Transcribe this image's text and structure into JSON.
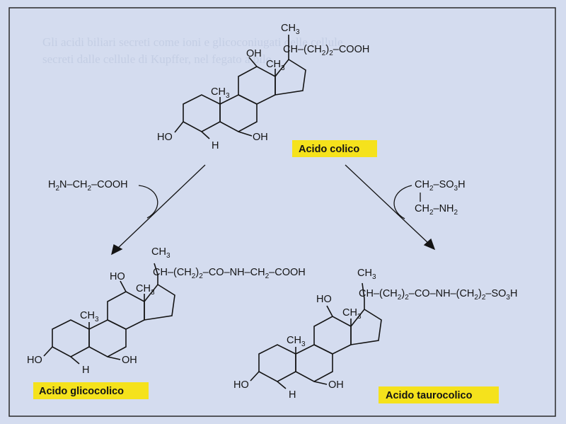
{
  "bleed_text": {
    "line1": "Gli acidi biliari secreti come ioni e glicoconiugati delle cellule",
    "line2": "secreti dalle cellule di Kupffer, nel fegato a bile."
  },
  "colors": {
    "background": "#d4dcef",
    "label_highlight": "#f5e21c",
    "ink": "#141414"
  },
  "cholic": {
    "name": "Acido colico",
    "ch3_top": "CH",
    "side_chain": "CH–(CH",
    "tail": "–COOH",
    "oh12": "OH",
    "oh3": "HO",
    "oh7": "OH",
    "me19": "CH",
    "me18": "CH",
    "h5": "H"
  },
  "glycine": {
    "formula": "H2N–CH2–COOH",
    "parts": {
      "a": "H",
      "b": "N–CH",
      "c": "–COOH",
      "two": "2"
    }
  },
  "taurine": {
    "line1_a": "CH",
    "line1_b": "–SO",
    "line1_c": "H",
    "line2_a": "CH",
    "line2_b": "–NH",
    "two": "2",
    "three": "3"
  },
  "glyco": {
    "name": "Acido glicocolico",
    "side_chain": "CH–(CH",
    "tail": "–CO–NH–CH",
    "end": "–COOH",
    "ch3_top": "CH",
    "oh12": "HO",
    "oh3": "HO",
    "oh7": "OH",
    "me19": "CH",
    "me18": "CH",
    "h5": "H"
  },
  "tauro": {
    "name": "Acido taurocolico",
    "side_chain": "CH–(CH",
    "tail": "–CO–NH–(CH",
    "end": "–SO",
    "endH": "H",
    "ch3_top": "CH",
    "oh12": "HO",
    "oh3": "HO",
    "oh7": "OH",
    "me19": "CH",
    "me18": "CH",
    "h5": "H"
  },
  "subs": {
    "two": "2",
    "three": "3"
  }
}
